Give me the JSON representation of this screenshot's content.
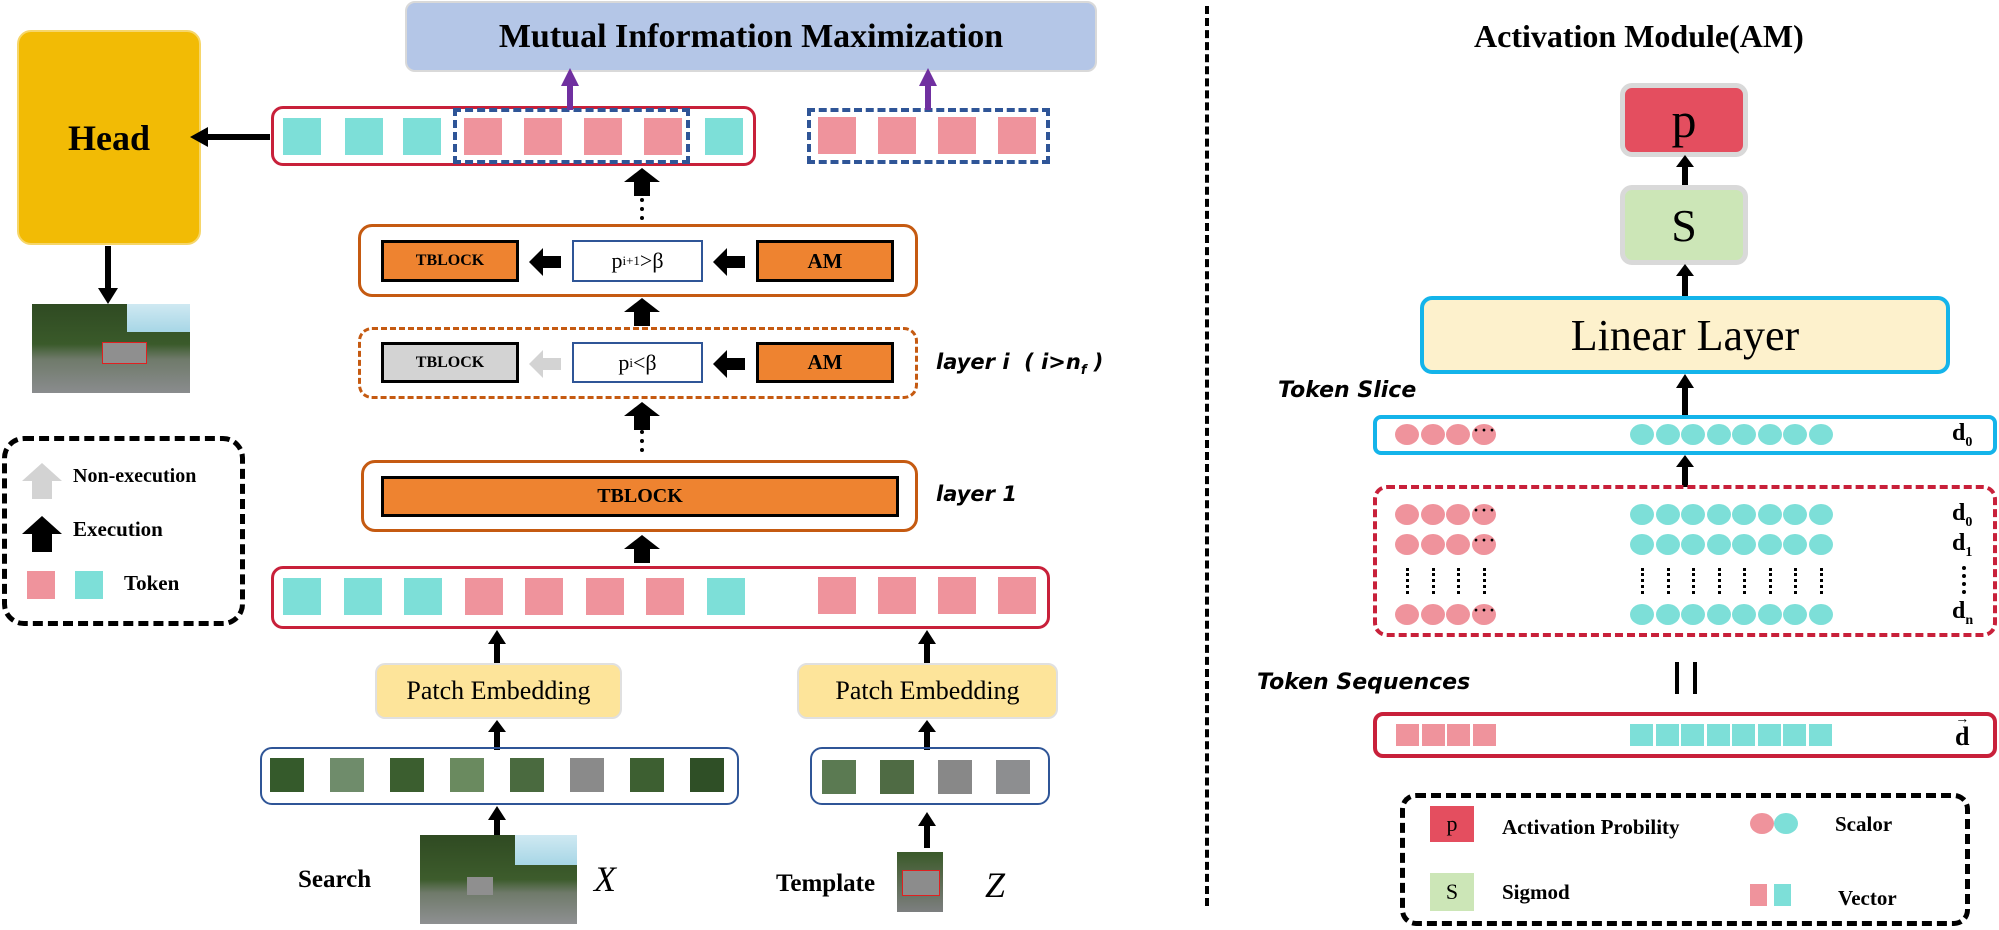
{
  "left": {
    "mim_title": "Mutual Information Maximization",
    "head_label": "Head",
    "layer_i_label": "layer i",
    "layer_i_cond": "( i>n",
    "layer_i_sub": "f",
    "layer_i_close": " )",
    "layer_1_label": "layer 1",
    "top_block": {
      "tblock": "TBLOCK",
      "cond": "p",
      "cond_sup": "i+1",
      "cond_rest": ">β",
      "am": "AM"
    },
    "mid_block": {
      "tblock": "TBLOCK",
      "cond": "p",
      "cond_sup": "i",
      "cond_rest": "<β",
      "am": "AM"
    },
    "layer1_block": {
      "tblock": "TBLOCK"
    },
    "patch_embedding_search": "Patch Embedding",
    "patch_embedding_template": "Patch Embedding",
    "search_label": "Search",
    "search_var": "X",
    "template_label": "Template",
    "template_var": "Z",
    "search_tokens": [
      "cyan",
      "cyan",
      "cyan",
      "pink",
      "pink",
      "pink",
      "pink",
      "cyan"
    ],
    "template_tokens": [
      "pink",
      "pink",
      "pink",
      "pink"
    ],
    "legend": {
      "non_execution": "Non-execution",
      "execution": "Execution",
      "token": "Token"
    }
  },
  "right": {
    "title": "Activation Module(AM)",
    "p_label": "p",
    "s_label": "S",
    "linear_label": "Linear Layer",
    "token_slice_label": "Token Slice",
    "token_sequences_label": "Token Sequences",
    "ellipsis": "···",
    "parallel": "||",
    "d0": "d",
    "d0_sub": "0",
    "d1_sub": "1",
    "dn_sub": "n",
    "dvec": "d",
    "legend": {
      "p": "p",
      "activation_probility": "Activation Probility",
      "scalor": "Scalor",
      "s": "S",
      "sigmod": "Sigmod",
      "vector": "Vector"
    }
  },
  "colors": {
    "pink": "#ef939c",
    "cyan": "#7ddfd8",
    "orange": "#ee8330",
    "head": "#f2bb05",
    "mim": "#b4c6e7",
    "red_border": "#c8203a",
    "blue_dash": "#2f5597",
    "purple": "#7030a0",
    "p_red": "#e44e5f",
    "s_green": "#cce6b7",
    "linear": "#fdf1cc",
    "linear_border": "#14b4ea",
    "patch_emb": "#fde49a"
  }
}
